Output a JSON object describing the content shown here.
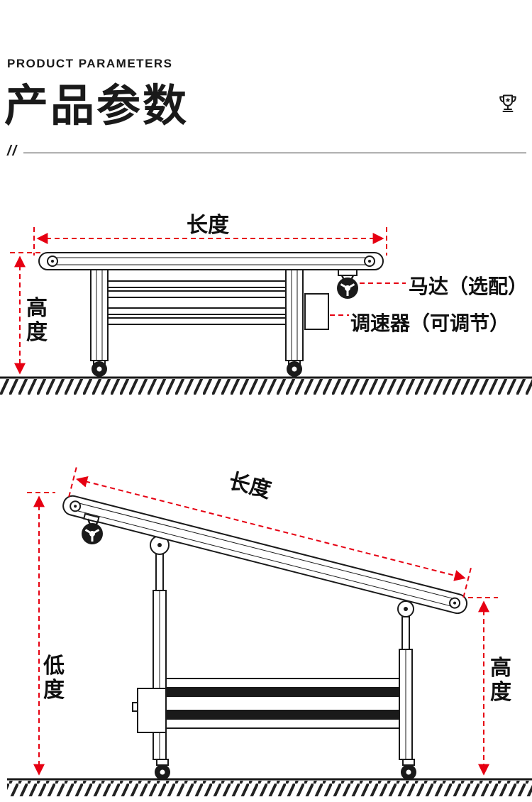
{
  "theme": {
    "background": "#ffffff",
    "ink": "#1a1a1a",
    "dimension_red": "#e60012"
  },
  "header": {
    "eyebrow": "PRODUCT PARAMETERS",
    "title": "产品参数",
    "divider_mark": "//",
    "trophy_icon": "trophy"
  },
  "flat_diagram": {
    "length_label": "长度",
    "height_label": "高度",
    "callouts": {
      "motor": "马达（选配）",
      "controller": "调速器（可调节）"
    }
  },
  "incline_diagram": {
    "length_label": "长度",
    "low_height_label": "低度",
    "height_label": "高度"
  }
}
